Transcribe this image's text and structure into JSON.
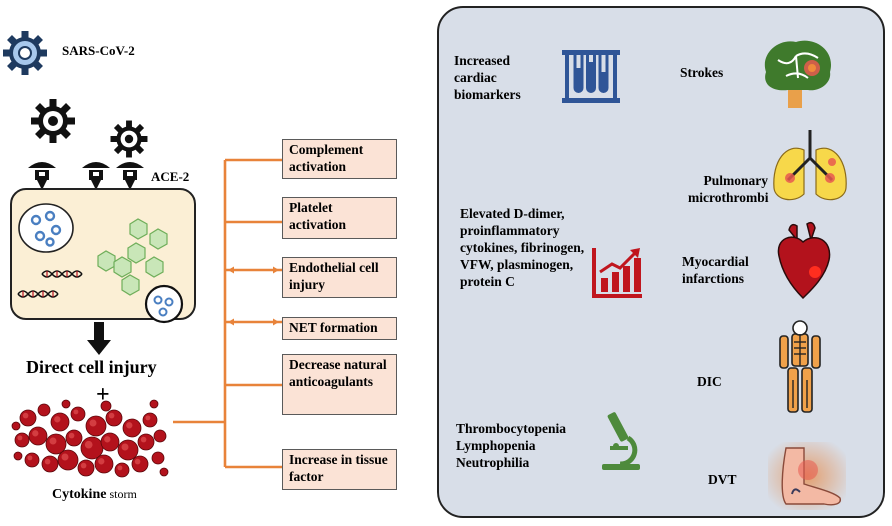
{
  "left": {
    "virus_label": "SARS-CoV-2",
    "receptor_label": "ACE-2",
    "direct_injury_label": "Direct cell injury",
    "plus_sign": "+",
    "cytokine_label_bold": "Cytokine",
    "cytokine_label_rest": " storm"
  },
  "mechanisms": [
    "Complement activation",
    "Platelet activation",
    "Endothelial cell injury",
    "NET formation",
    "Decrease natural anticoagulants",
    "Increase in tissue factor"
  ],
  "panel": {
    "cardiac_biomarkers": "Increased cardiac biomarkers",
    "lab_markers": "Elevated D-dimer, proinflammatory cytokines, fibrinogen, VFW, plasminogen, protein C",
    "blood_counts": "Thrombocytopenia Lymphopenia Neutrophilia",
    "strokes": "Strokes",
    "pulmonary": "Pulmonary microthrombi",
    "myocardial": "Myocardial infarctions",
    "dic": "DIC",
    "dvt": "DVT"
  },
  "colors": {
    "connector": "#e8833a",
    "box_fill": "#fbe3d6",
    "panel_fill": "#d8dee8",
    "cell_fill": "#fbefd5",
    "virus_blue": "#4a7fc1",
    "blood_red": "#b3121c"
  },
  "icons": [
    "gear-virus-icon",
    "receptor-icon",
    "dna-icon",
    "test-tubes-icon",
    "bar-chart-icon",
    "microscope-icon",
    "brain-icon",
    "lungs-icon",
    "heart-icon",
    "skeleton-icon",
    "foot-icon"
  ]
}
